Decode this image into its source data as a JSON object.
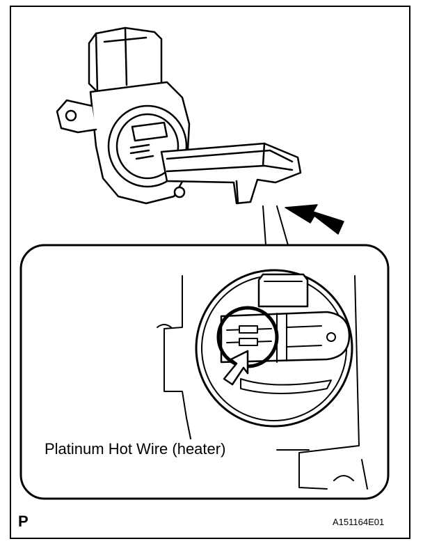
{
  "diagram": {
    "callout_label": "Platinum Hot Wire (heater)",
    "corner_mark": "P",
    "figure_code": "A151164E01"
  },
  "icons": [
    "flow-direction-arrow-icon",
    "pointer-arrow-icon"
  ],
  "colors": {
    "ink": "#000000",
    "paper": "#ffffff"
  }
}
